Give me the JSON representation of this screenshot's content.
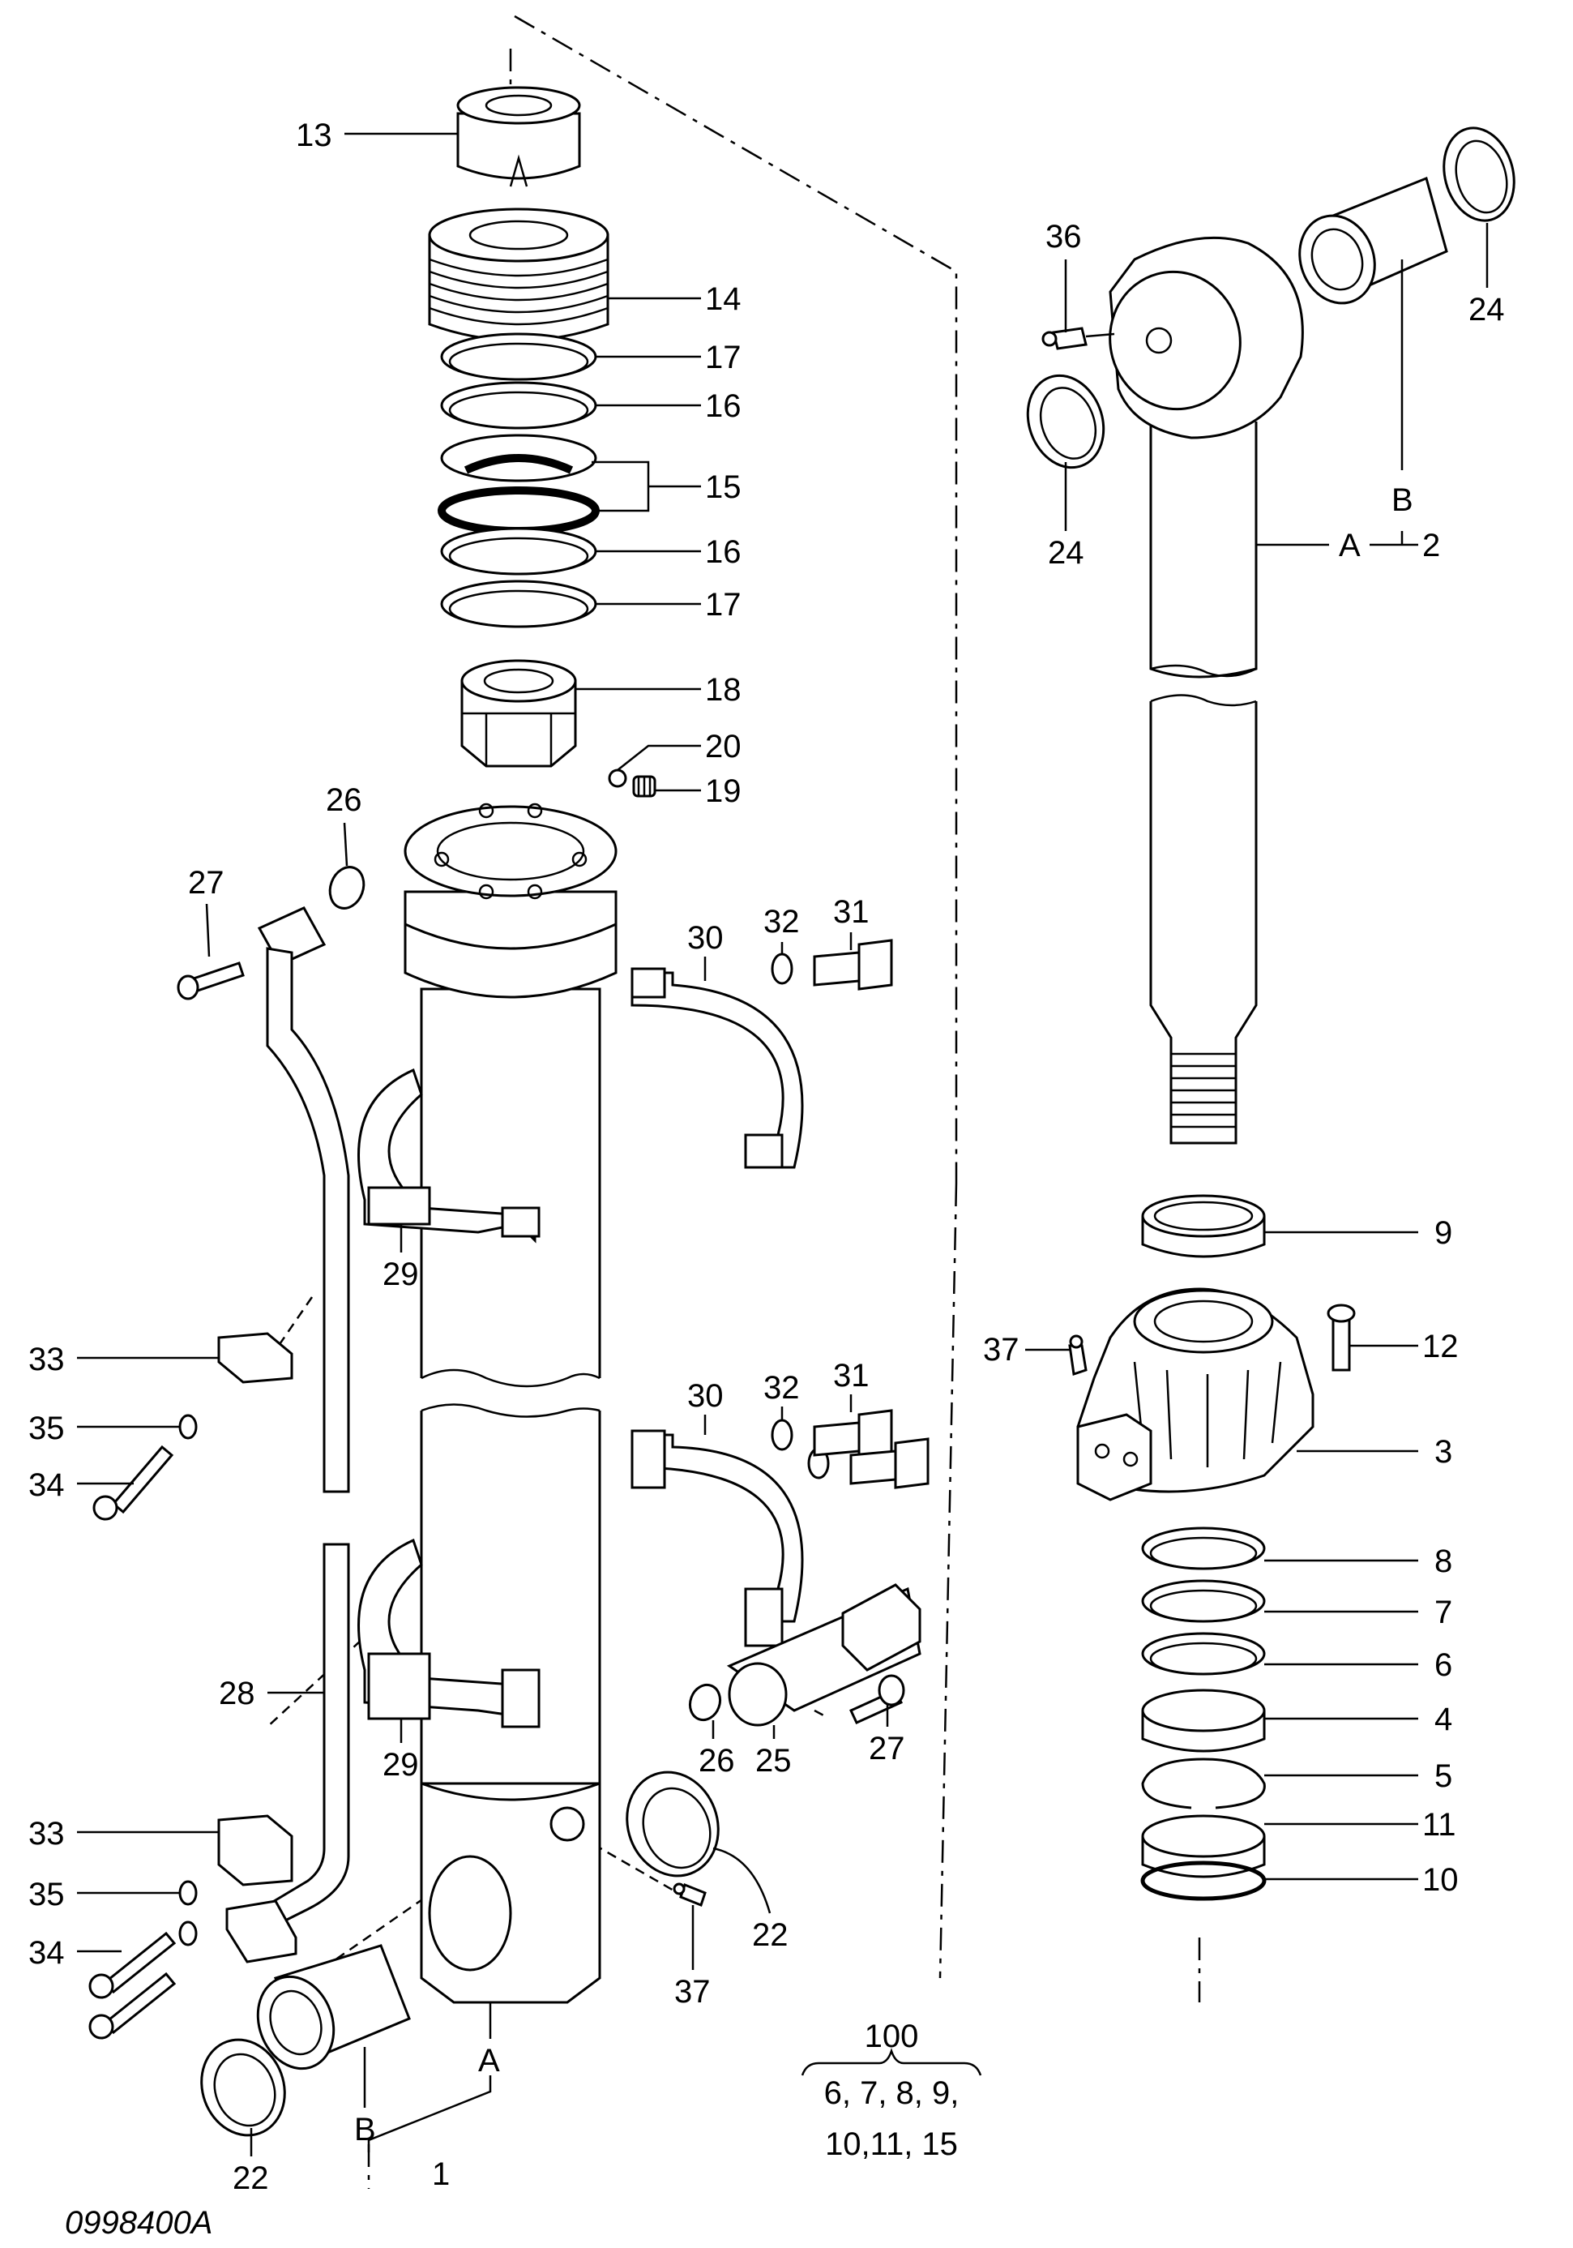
{
  "diagram": {
    "drawing_number": "0998400A",
    "callouts": {
      "c13": "13",
      "c14": "14",
      "c17a": "17",
      "c16a": "16",
      "c15": "15",
      "c16b": "16",
      "c17b": "17",
      "c18": "18",
      "c20": "20",
      "c19": "19",
      "c26a": "26",
      "c27a": "27",
      "c30a": "30",
      "c32a": "32",
      "c31a": "31",
      "c29a": "29",
      "c33a": "33",
      "c35a": "35",
      "c34a": "34",
      "c30b": "30",
      "c32b": "32",
      "c31b": "31",
      "c28": "28",
      "c29b": "29",
      "c26b": "26",
      "c25": "25",
      "c27b": "27",
      "c22a": "22",
      "c37a": "37",
      "c33b": "33",
      "c35b": "35",
      "c34b": "34",
      "c22b": "22",
      "cA1": "A",
      "cB1": "B",
      "c1": "1",
      "c36": "36",
      "c24a": "24",
      "c24b": "24",
      "cB2": "B",
      "cA2": "A",
      "c2": "2",
      "c9": "9",
      "c37b": "37",
      "c12": "12",
      "c3": "3",
      "c8": "8",
      "c7": "7",
      "c6": "6",
      "c4": "4",
      "c5": "5",
      "c11": "11",
      "c10": "10"
    },
    "kit": {
      "number": "100",
      "line1": "6, 7, 8, 9,",
      "line2": "10,11, 15"
    }
  }
}
